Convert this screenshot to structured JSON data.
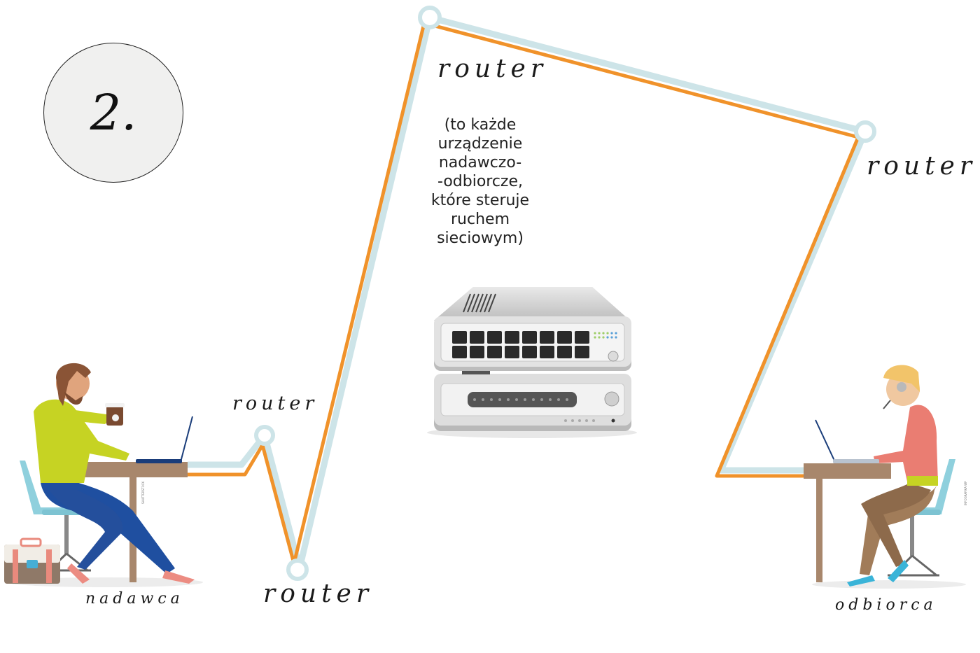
{
  "step": {
    "number": "2."
  },
  "labels": {
    "router_top": "router",
    "router_right": "router",
    "router_mid": "router",
    "router_bottom": "router",
    "sender": "nadawca",
    "receiver": "odbiorca"
  },
  "note": {
    "lines": [
      "(to każde",
      "urządzenie",
      "nadawczo-",
      "-odbiorcze,",
      "które steruje",
      "ruchem",
      "sieciowym)"
    ]
  },
  "credits": {
    "left": "SHUTTERSTOCK",
    "right": "INFOGRAFIKA WP"
  },
  "colors": {
    "path_primary": "#f0922a",
    "path_secondary": "#cde4e8",
    "node": "#cde4e8"
  },
  "icons": [
    "router-device-icon",
    "sender-person-icon",
    "receiver-person-icon",
    "laptop-icon",
    "briefcase-icon"
  ]
}
